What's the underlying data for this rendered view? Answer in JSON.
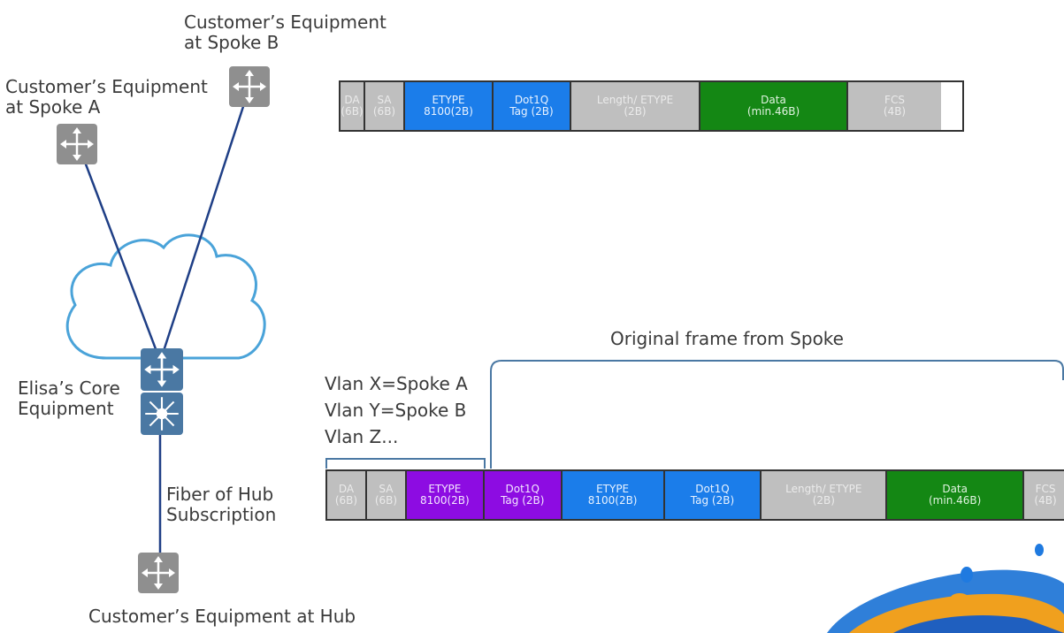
{
  "labels": {
    "spoke_b": [
      "Customer’s Equipment",
      "at Spoke B"
    ],
    "spoke_a": [
      "Customer’s Equipment",
      "at Spoke A"
    ],
    "core": [
      "Elisa’s Core",
      "Equipment"
    ],
    "fiber": [
      "Fiber of Hub",
      "Subscription"
    ],
    "hub": "Customer’s Equipment at Hub",
    "original_frame": "Original frame from Spoke",
    "vlans": [
      "Vlan X=Spoke A",
      "Vlan Y=Spoke B",
      "Vlan Z..."
    ]
  },
  "frame_top": [
    {
      "name": "DA",
      "size": "(6B)",
      "color": "gray"
    },
    {
      "name": "SA",
      "size": "(6B)",
      "color": "gray"
    },
    {
      "name": "ETYPE",
      "size": "8100(2B)",
      "color": "blue"
    },
    {
      "name": "Dot1Q",
      "size": "Tag (2B)",
      "color": "blue"
    },
    {
      "name": "Length/ ETYPE",
      "size": "(2B)",
      "color": "gray"
    },
    {
      "name": "Data",
      "size": "(min.46B)",
      "color": "green"
    },
    {
      "name": "FCS",
      "size": "(4B)",
      "color": "gray"
    }
  ],
  "frame_bottom": [
    {
      "name": "DA",
      "size": "(6B)",
      "color": "gray"
    },
    {
      "name": "SA",
      "size": "(6B)",
      "color": "gray"
    },
    {
      "name": "ETYPE",
      "size": "8100(2B)",
      "color": "purple"
    },
    {
      "name": "Dot1Q",
      "size": "Tag (2B)",
      "color": "purple"
    },
    {
      "name": "ETYPE",
      "size": "8100(2B)",
      "color": "blue"
    },
    {
      "name": "Dot1Q",
      "size": "Tag (2B)",
      "color": "blue"
    },
    {
      "name": "Length/ ETYPE",
      "size": "(2B)",
      "color": "gray"
    },
    {
      "name": "Data",
      "size": "(min.46B)",
      "color": "green"
    },
    {
      "name": "FCS",
      "size": "(4B)",
      "color": "gray"
    }
  ],
  "colors": {
    "gray": "#bfbfbf",
    "blue": "#1b7dea",
    "green": "#148714",
    "purple": "#8d0ce2",
    "device": "#8f8f8f",
    "core_device": "#4a78a3",
    "line": "#1f3f86",
    "cloud": "#4aa3d9"
  },
  "icons": {
    "spoke_device": "switch-icon",
    "core_router": "router-icon",
    "core_switch": "multilayer-switch-icon",
    "cloud": "cloud-icon"
  }
}
